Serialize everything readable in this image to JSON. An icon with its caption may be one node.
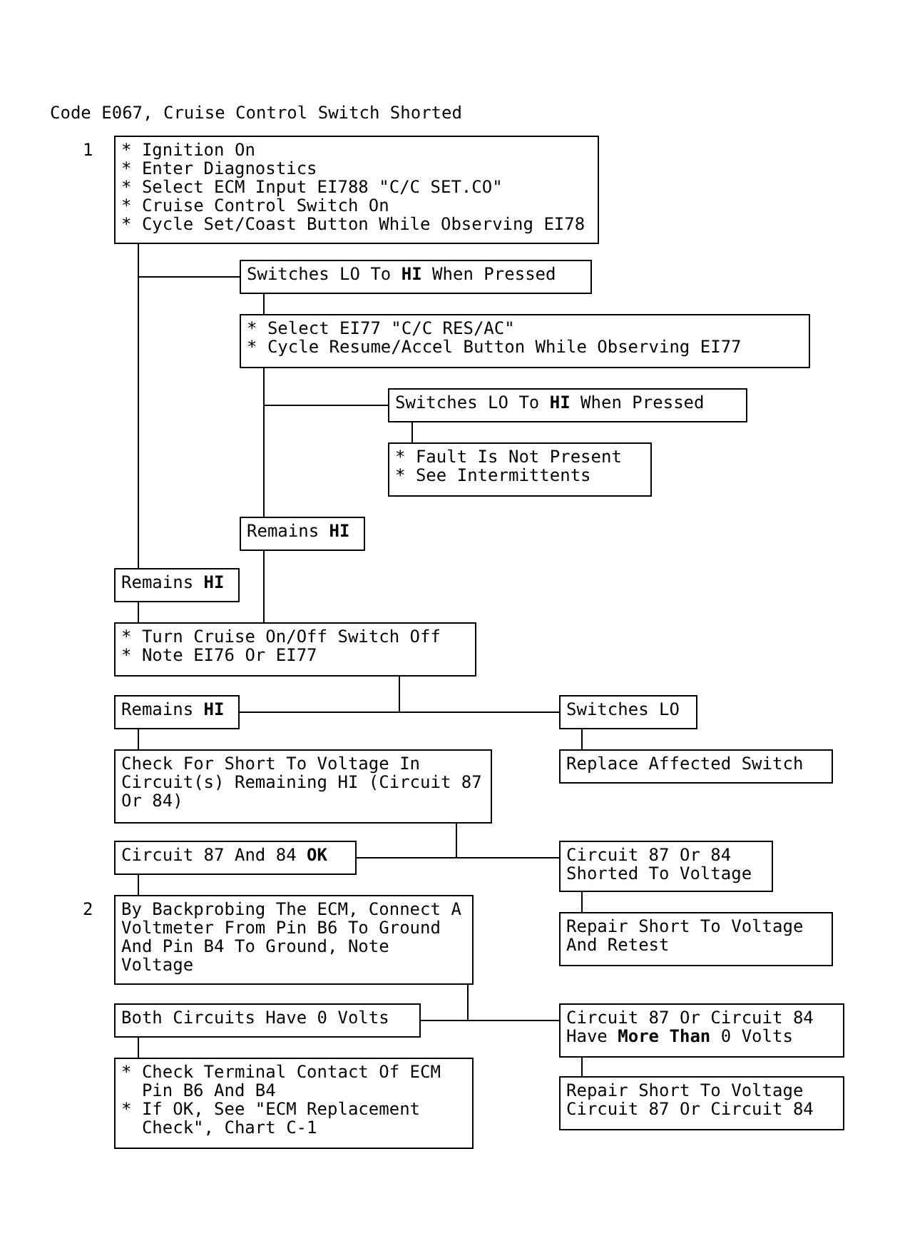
{
  "diagram": {
    "title": "Code E067, Cruise Control Switch Shorted",
    "nodes": [
      {
        "text": [
          "* Ignition On",
          "* Enter Diagnostics",
          "* Select ECM Input EI788 \"C/C SET.CO\"",
          "* Cruise Control Switch On",
          "* Cycle Set/Coast Button While Observing EI78"
        ],
        "beside": [
          "1"
        ]
      },
      {
        "text": [
          "Switches LO To **HI** When Pressed"
        ]
      },
      {
        "text": [
          "* Select EI77 \"C/C RES/AC\"",
          "* Cycle Resume/Accel Button While Observing EI77"
        ]
      },
      {
        "text": [
          "Switches LO To **HI** When Pressed"
        ]
      },
      {
        "text": [
          "* Fault Is Not Present",
          "* See Intermittents"
        ]
      },
      {
        "text": [
          "Remains **HI**"
        ]
      },
      {
        "text": [
          "Remains **HI**"
        ]
      },
      {
        "text": [
          "* Turn Cruise On/Off Switch Off",
          "* Note EI76 Or EI77"
        ]
      },
      {
        "text": [
          "Remains **HI**"
        ]
      },
      {
        "text": [
          "Switches LO"
        ]
      },
      {
        "text": [
          "Replace Affected Switch"
        ]
      },
      {
        "text": [
          "Check For Short To Voltage In Circuit(s) Remaining HI (Circuit 87 Or 84)"
        ]
      },
      {
        "text": [
          "Circuit 87 And 84 **OK**"
        ]
      },
      {
        "text": [
          "Circuit 87 Or 84 Shorted To Voltage"
        ]
      },
      {
        "text": [
          "Repair Short To Voltage And Retest"
        ]
      },
      {
        "text": [
          "By Backprobing The ECM, Connect A Voltmeter From Pin B6 To Ground And Pin B4 To Ground, Note Voltage"
        ],
        "beside": [
          "2"
        ]
      },
      {
        "text": [
          "Both Circuits Have 0 Volts"
        ]
      },
      {
        "text": [
          "Circuit 87 Or Circuit 84 Have **More Than** 0 Volts"
        ]
      },
      {
        "text": [
          "* Check Terminal Contact Of ECM Pin B6 And B4",
          "* If OK, See \"ECM Replacement Check\", Chart C-1"
        ]
      },
      {
        "text": [
          "Repair Short To Voltage Circuit 87 Or Circuit 84"
        ]
      }
    ],
    "edges": [
      {
        "from": 0,
        "to": 1,
        "arrow": "none"
      },
      {
        "from": 0,
        "to": 6,
        "arrow": "none"
      },
      {
        "from": 1,
        "to": 2,
        "arrow": "none"
      },
      {
        "from": 2,
        "to": 3,
        "arrow": "none"
      },
      {
        "from": 2,
        "to": 5,
        "arrow": "none"
      },
      {
        "from": 3,
        "to": 4,
        "arrow": "none"
      },
      {
        "from": 5,
        "to": 7,
        "arrow": "none"
      },
      {
        "from": 6,
        "to": 7,
        "arrow": "none"
      },
      {
        "from": 7,
        "to": 8,
        "arrow": "none"
      },
      {
        "from": 7,
        "to": 9,
        "arrow": "none"
      },
      {
        "from": 8,
        "to": 11,
        "arrow": "none"
      },
      {
        "from": 9,
        "to": 10,
        "arrow": "none"
      },
      {
        "from": 11,
        "to": 12,
        "arrow": "none"
      },
      {
        "from": 11,
        "to": 13,
        "arrow": "none"
      },
      {
        "from": 12,
        "to": 15,
        "arrow": "none"
      },
      {
        "from": 13,
        "to": 14,
        "arrow": "none"
      },
      {
        "from": 15,
        "to": 16,
        "arrow": "none"
      },
      {
        "from": 15,
        "to": 17,
        "arrow": "none"
      },
      {
        "from": 16,
        "to": 18,
        "arrow": "none"
      },
      {
        "from": 17,
        "to": 19,
        "arrow": "none"
      }
    ]
  }
}
